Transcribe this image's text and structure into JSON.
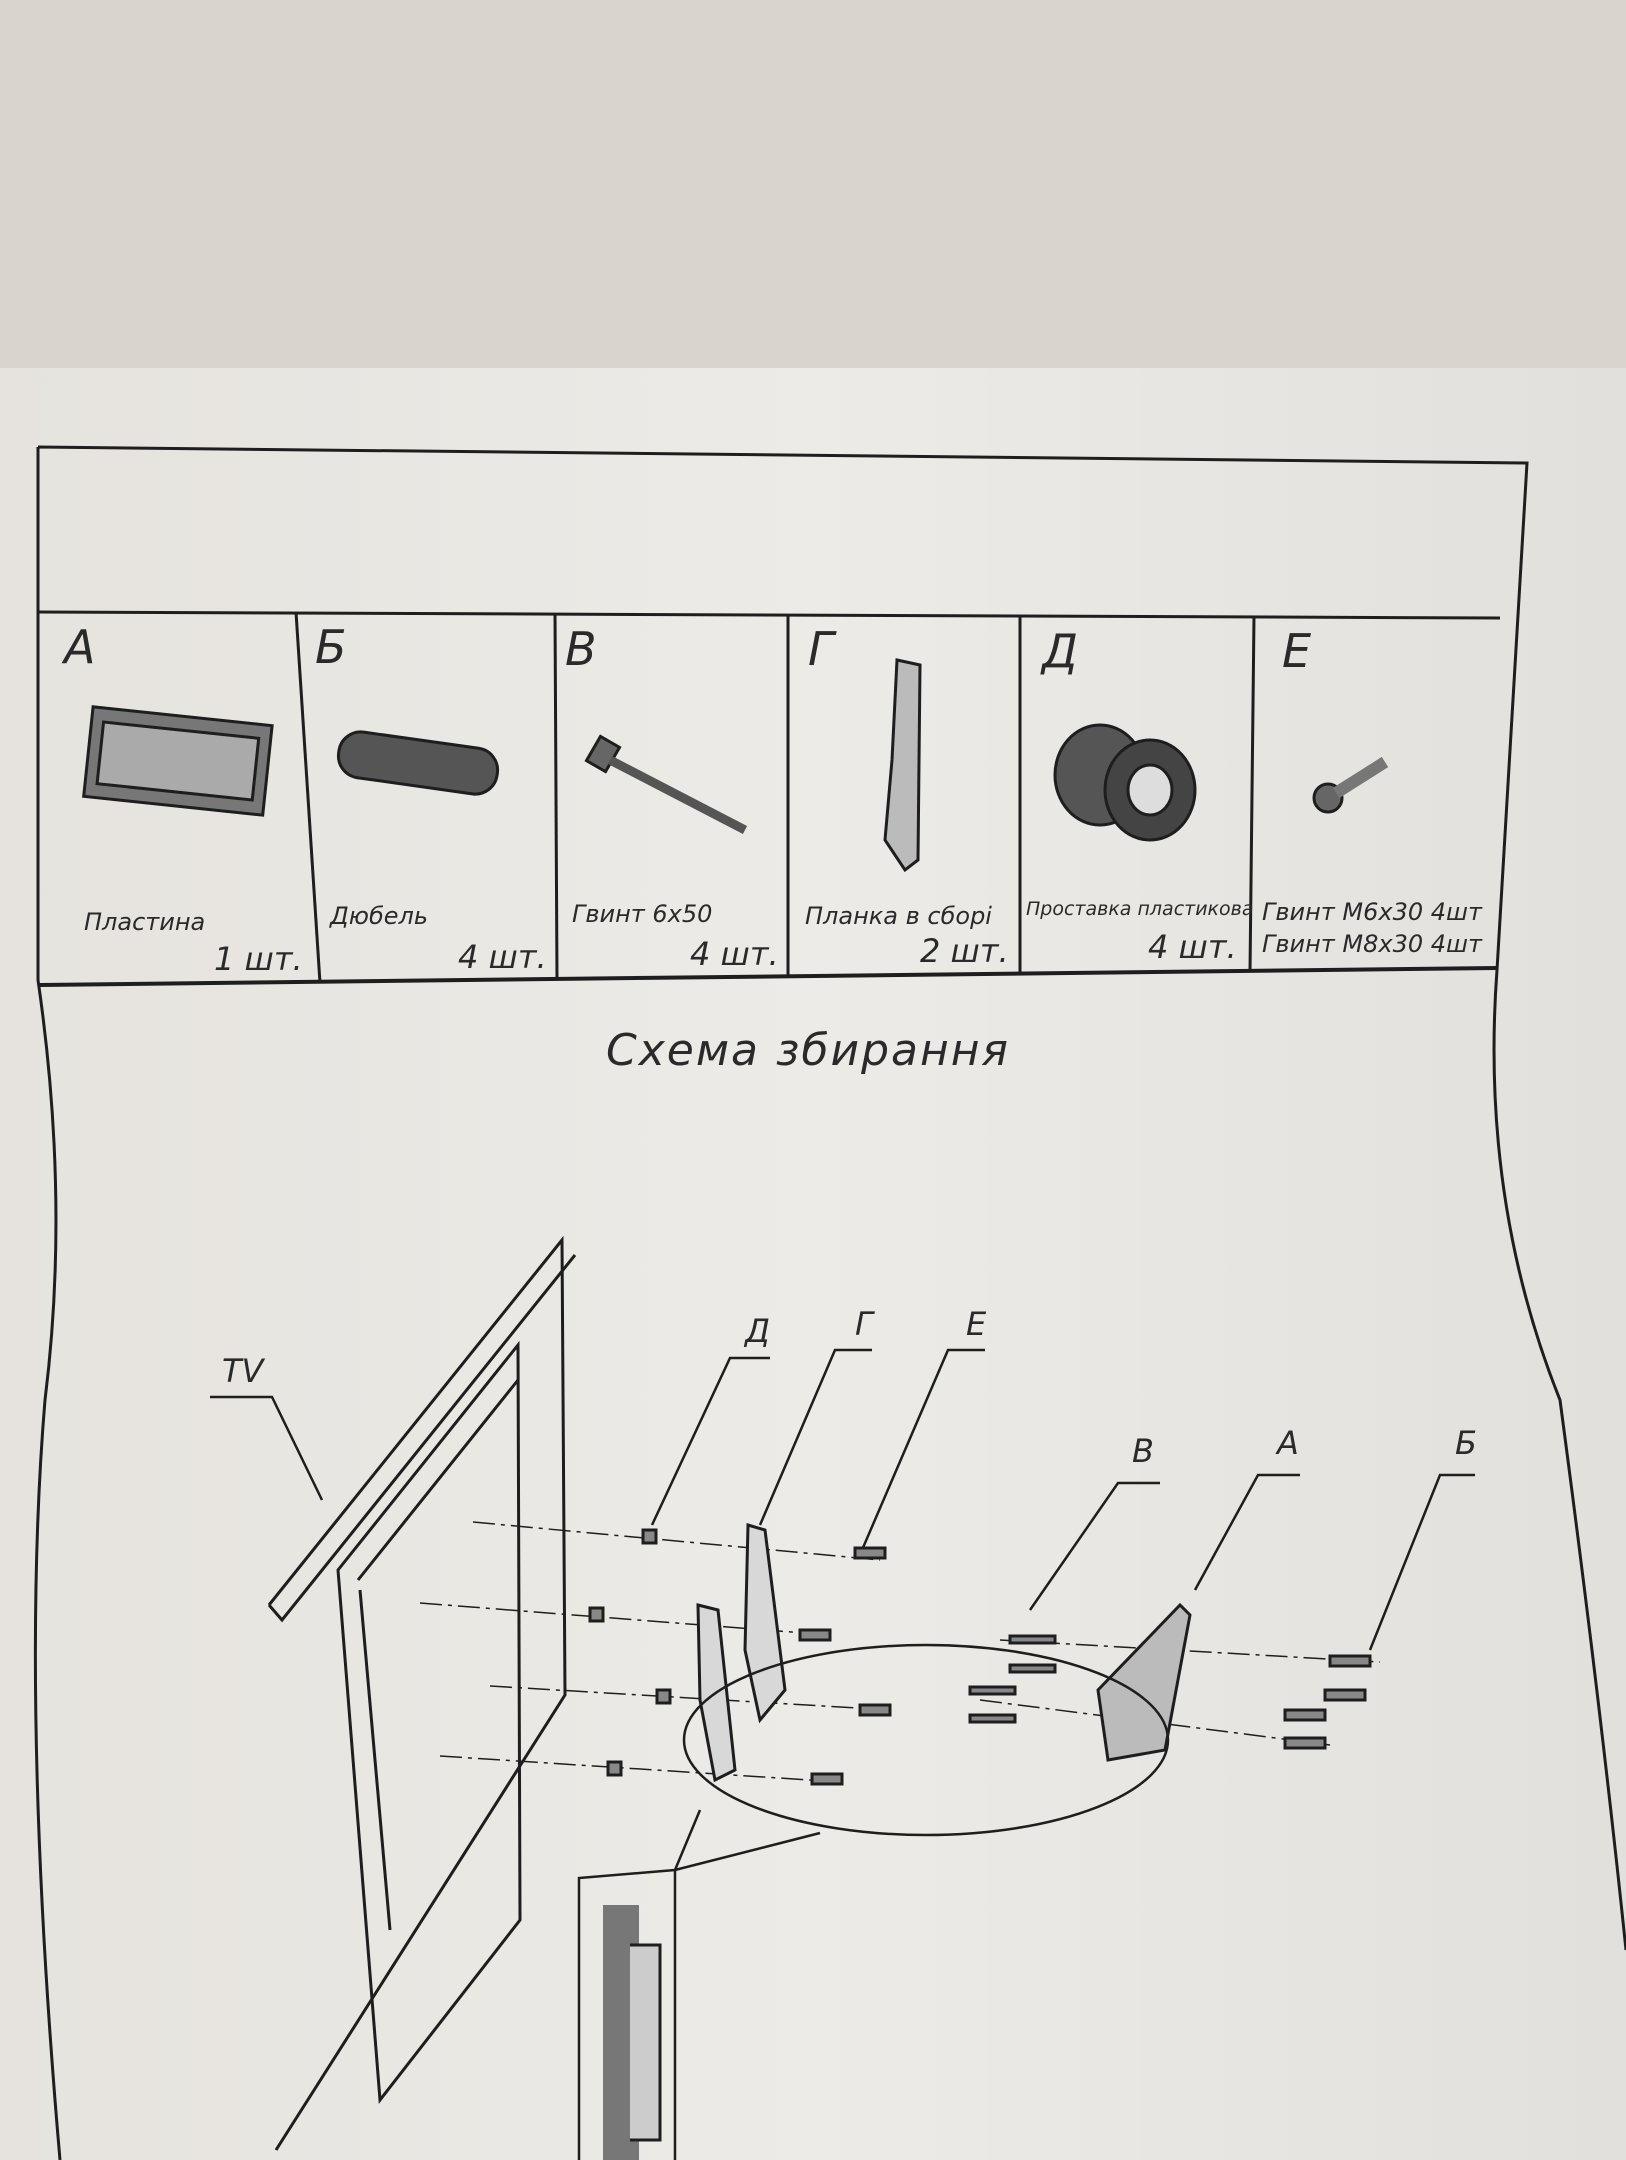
{
  "parts": [
    {
      "letter": "А",
      "name": "Пластина",
      "qty": "1 шт."
    },
    {
      "letter": "Б",
      "name": "Дюбель",
      "qty": "4 шт."
    },
    {
      "letter": "В",
      "name": "Гвинт 6х50",
      "qty": "4 шт."
    },
    {
      "letter": "Г",
      "name": "Планка в сборі",
      "qty": "2 шт."
    },
    {
      "letter": "Д",
      "name": "Проставка пластикова",
      "qty": "4 шт."
    },
    {
      "letter": "Е",
      "name": "Гвинт М6х30  4шт",
      "qty": "Гвинт М8х30 4шт"
    }
  ],
  "diagram": {
    "title": "Схема збирання",
    "labels": {
      "tv": "TV",
      "d": "Д",
      "g": "Г",
      "e": "Е",
      "v": "В",
      "a": "А",
      "b": "Б"
    }
  }
}
